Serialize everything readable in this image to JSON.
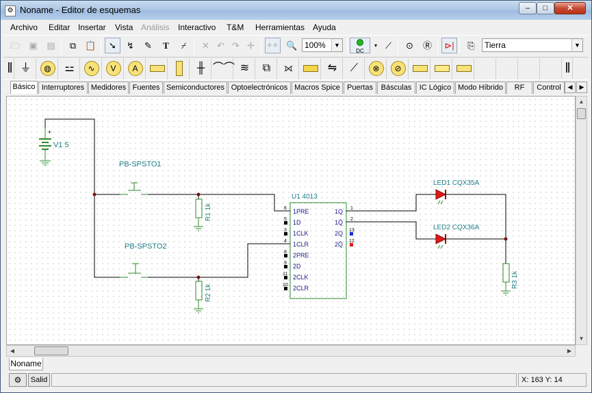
{
  "window": {
    "title": "Noname - Editor de esquemas",
    "buttons": {
      "minimize": "–",
      "maximize": "□",
      "close": "✕"
    }
  },
  "menu": [
    {
      "label": "Archivo",
      "enabled": true
    },
    {
      "label": "Editar",
      "enabled": true
    },
    {
      "label": "Insertar",
      "enabled": true
    },
    {
      "label": "Vista",
      "enabled": true
    },
    {
      "label": "Análisis",
      "enabled": false
    },
    {
      "label": "Interactivo",
      "enabled": true
    },
    {
      "label": "T&M",
      "enabled": true
    },
    {
      "label": "Herramientas",
      "enabled": true
    },
    {
      "label": "Ayuda",
      "enabled": true
    }
  ],
  "toolbar": {
    "zoom_value": "100%",
    "ground_select_value": "Tierra",
    "dc_label": "DC"
  },
  "component_categories": [
    "Básico",
    "Interruptores",
    "Medidores",
    "Fuentes",
    "Semiconductores",
    "Optoelectrónicos",
    "Macros Spice",
    "Puertas",
    "Básculas",
    "IC Lógico",
    "Modo Híbrido",
    "RF",
    "Control"
  ],
  "active_category": "Básico",
  "schematic": {
    "labels": {
      "v1": "V1 5",
      "sw1": "PB-SPSTO1",
      "sw2": "PB-SPSTO2",
      "r1": "R1 1k",
      "r2": "R2 1k",
      "r3": "R3 1k",
      "u1": "U1 4013",
      "led1": "LED1 CQX35A",
      "led2": "LED2 CQX36A"
    },
    "ic_pins_left": [
      {
        "num": "6",
        "name": "1PRE"
      },
      {
        "num": "5",
        "name": "1D"
      },
      {
        "num": "3",
        "name": "1CLK"
      },
      {
        "num": "4",
        "name": "1CLR"
      },
      {
        "num": "8",
        "name": "2PRE"
      },
      {
        "num": "9",
        "name": "2D"
      },
      {
        "num": "11",
        "name": "2CLK"
      },
      {
        "num": "10",
        "name": "2CLR"
      }
    ],
    "ic_pins_right": [
      {
        "num": "1",
        "name": "1Q"
      },
      {
        "num": "2",
        "name": "1Q̄"
      },
      {
        "num": "13",
        "name": "2Q"
      },
      {
        "num": "12",
        "name": "2Q̄"
      }
    ],
    "colors": {
      "wire": "#000000",
      "component": "#2b8a2b",
      "label": "#1f7f86",
      "led": "#e01818",
      "pin_blue": "#1030d0",
      "pin_red": "#e01818"
    }
  },
  "document_tab": "Noname",
  "status": {
    "output_label": "Salid",
    "coordinates": "X: 163  Y: 14"
  }
}
